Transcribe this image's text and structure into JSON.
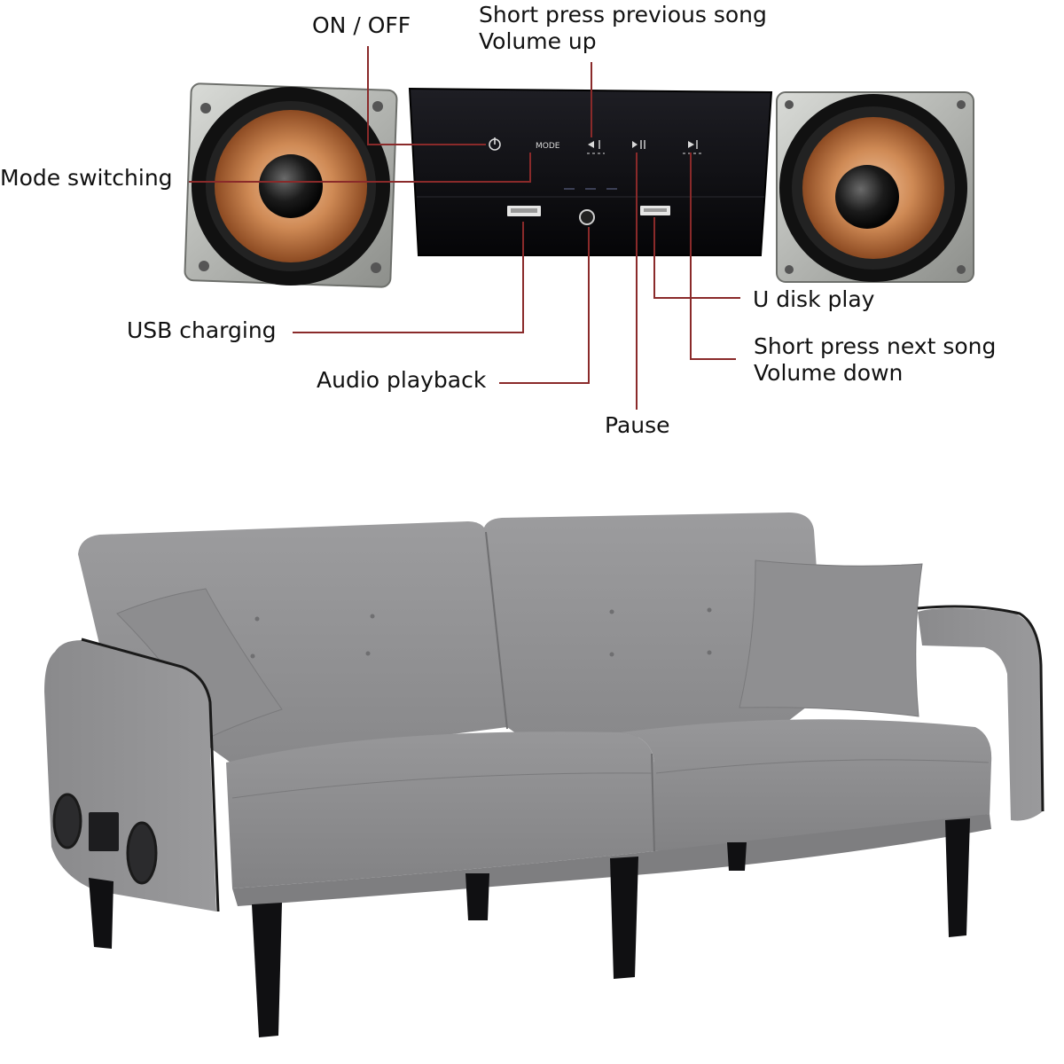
{
  "labels": {
    "on_off": "ON / OFF",
    "prev_song": [
      "Short press previous song",
      "Volume up"
    ],
    "mode_switching": "Mode switching",
    "usb_charging": "USB charging",
    "audio_playback": "Audio playback",
    "pause": "Pause",
    "u_disk_play": "U disk play",
    "next_song": [
      "Short press next song",
      "Volume down"
    ]
  },
  "panel_markings": {
    "mode": "MODE"
  },
  "colors": {
    "leader_line": "#8a2a2a",
    "sofa_fabric": "#8f8f91",
    "speaker_cone": "#c27a48",
    "panel": "#0d0d10"
  }
}
